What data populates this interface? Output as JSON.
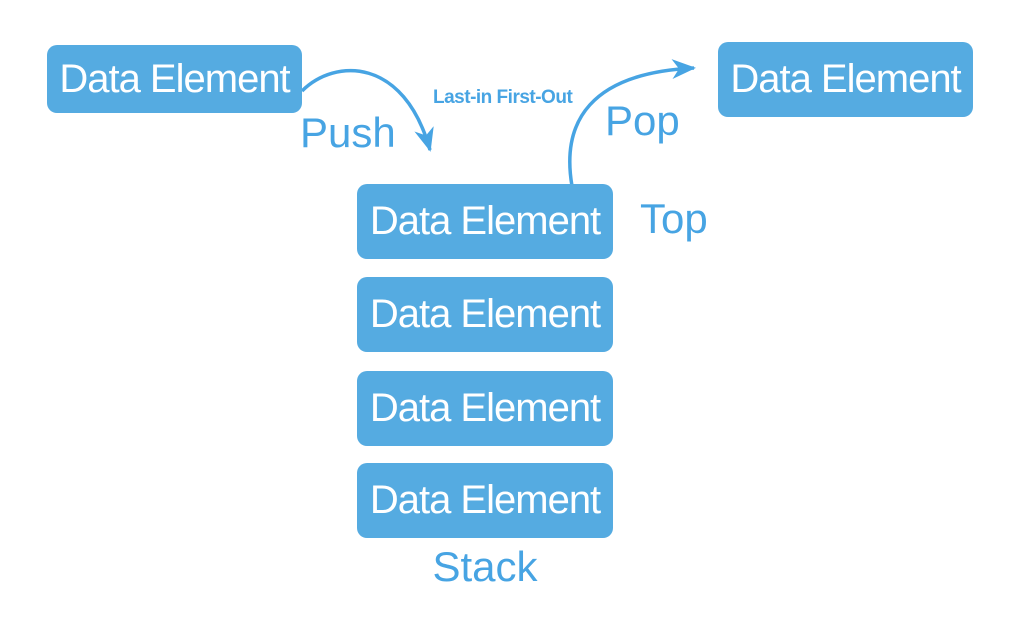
{
  "colors": {
    "background": "#FFFFFF",
    "box_fill": "#55ABE1",
    "accent": "#47A4E3",
    "box_text": "#FFFFFF"
  },
  "boxes": {
    "incoming": "Data Element",
    "outgoing": "Data Element",
    "stack": [
      "Data Element",
      "Data Element",
      "Data Element",
      "Data Element"
    ]
  },
  "labels": {
    "push": "Push",
    "pop": "Pop",
    "lifo": "Last-in First-Out",
    "top": "Top",
    "stack": "Stack"
  }
}
